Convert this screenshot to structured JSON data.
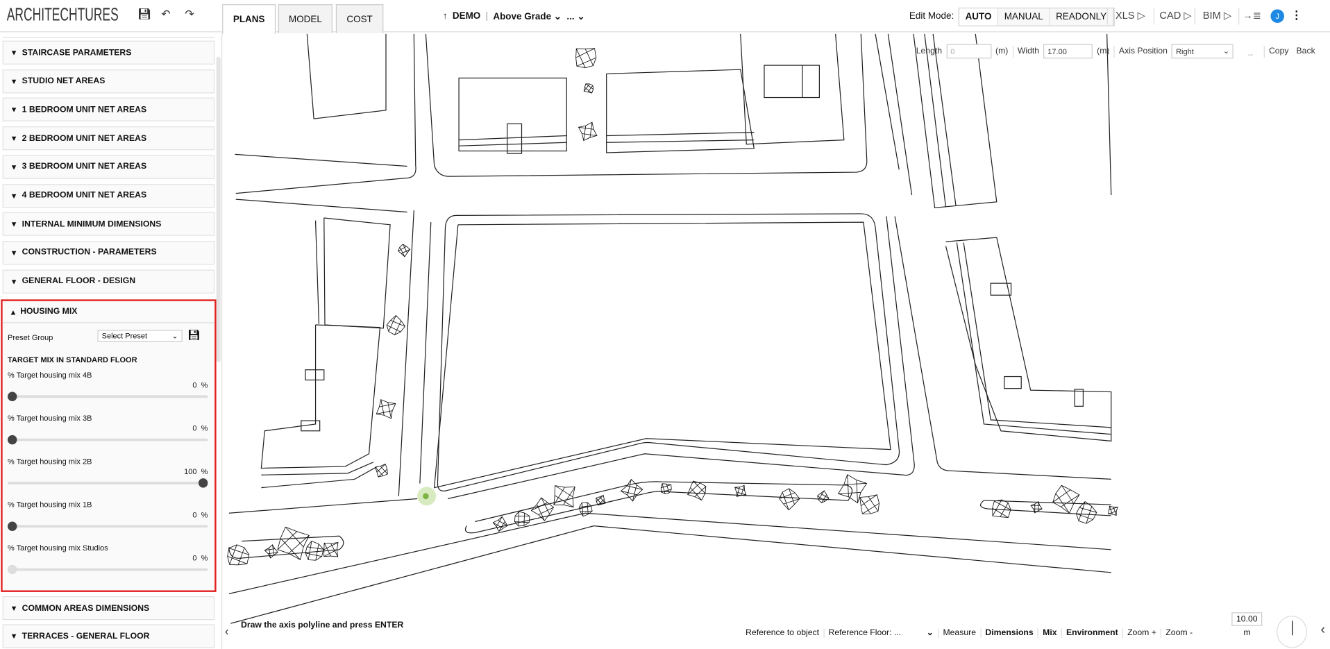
{
  "app": {
    "logo": "ARCHITECHTURES",
    "save_icon": "save-icon",
    "undo_icon": "undo-icon",
    "redo_icon": "redo-icon"
  },
  "tabs": [
    {
      "label": "PLANS",
      "active": true
    },
    {
      "label": "MODEL",
      "active": false
    },
    {
      "label": "COST",
      "active": false
    }
  ],
  "project": {
    "arrow": "↑",
    "name": "DEMO",
    "separator": "|",
    "level": "Above Grade",
    "more": "..."
  },
  "edit_mode": {
    "label": "Edit Mode:",
    "options": [
      "AUTO",
      "MANUAL",
      "READONLY"
    ],
    "selected": "AUTO"
  },
  "exports": [
    "XLS ▷",
    "CAD ▷",
    "BIM ▷"
  ],
  "user": {
    "initial": "J",
    "avatar_color": "#1e88e5"
  },
  "axis_toolbar": {
    "length_label": "Length",
    "length_value": "0",
    "unit": "(m)",
    "width_label": "Width",
    "width_value": "17.00",
    "axis_position_label": "Axis Position",
    "axis_position_value": "Right",
    "dash": "_",
    "copy": "Copy",
    "back": "Back"
  },
  "sidebar": {
    "sections_top": [
      "STAIRCASE PARAMETERS",
      "STUDIO NET AREAS",
      "1 BEDROOM UNIT NET AREAS",
      "2 BEDROOM UNIT NET AREAS",
      "3 BEDROOM UNIT NET AREAS",
      "4 BEDROOM UNIT NET AREAS",
      "INTERNAL MINIMUM DIMENSIONS",
      "CONSTRUCTION - PARAMETERS",
      "GENERAL FLOOR - DESIGN"
    ],
    "housing_mix": {
      "title": "HOUSING MIX",
      "preset_label": "Preset Group",
      "preset_value": "Select Preset",
      "subtitle": "TARGET MIX IN STANDARD FLOOR",
      "sliders": [
        {
          "label": "% Target housing mix 4B",
          "value": 0,
          "display": "0",
          "unit": "%"
        },
        {
          "label": "% Target housing mix 3B",
          "value": 0,
          "display": "0",
          "unit": "%"
        },
        {
          "label": "% Target housing mix 2B",
          "value": 100,
          "display": "100",
          "unit": "%"
        },
        {
          "label": "% Target housing mix 1B",
          "value": 0,
          "display": "0",
          "unit": "%"
        },
        {
          "label": "% Target housing mix Studios",
          "value": 0,
          "display": "0",
          "unit": "%",
          "disabled": true
        }
      ]
    },
    "sections_bottom": [
      "COMMON AREAS DIMENSIONS",
      "TERRACES - GENERAL FLOOR"
    ]
  },
  "status": {
    "instruction": "Draw the axis polyline and press ENTER"
  },
  "bottom_bar": {
    "reference_object": "Reference to object",
    "reference_floor": "Reference Floor:  ...",
    "measure": "Measure",
    "dimensions": "Dimensions",
    "mix": "Mix",
    "environment": "Environment",
    "zoom_in": "Zoom +",
    "zoom_out": "Zoom -",
    "scale_value": "10.00",
    "scale_unit": "m"
  },
  "colors": {
    "highlight_border": "#e32222",
    "cursor_point": "#8bc34a"
  }
}
